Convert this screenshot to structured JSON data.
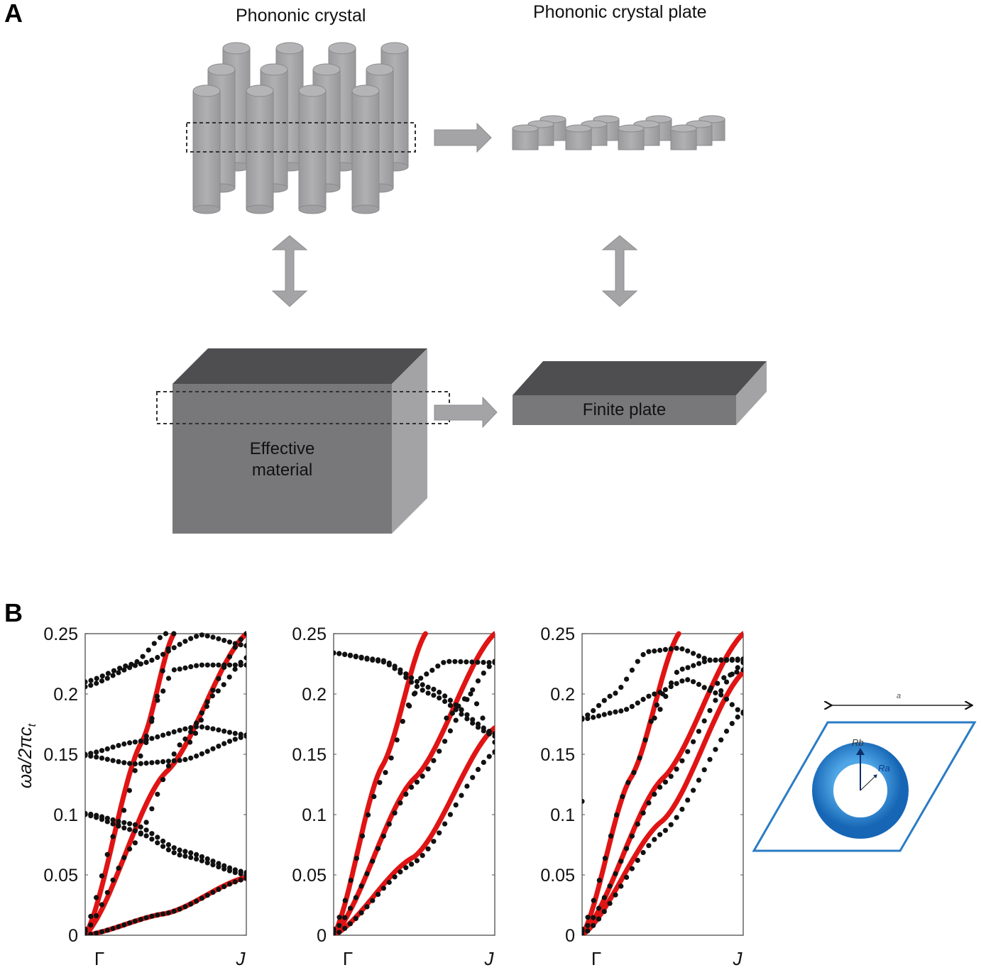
{
  "panel_a": {
    "label": "A",
    "phononic_crystal_title": "Phononic crystal",
    "phononic_crystal_plate_title": "Phononic crystal plate",
    "effective_material_line1": "Effective",
    "effective_material_line2": "material",
    "finite_plate_label": "Finite plate",
    "colors": {
      "cylinder": "#a6a6a8",
      "cylinder_edge": "#7f7f81",
      "block_top": "#4e4e50",
      "block_front": "#78787a",
      "block_side": "#a3a3a5",
      "arrow": "#a4a4a6"
    }
  },
  "panel_b": {
    "label": "B",
    "unit_cell": {
      "a_label": "a",
      "rb_label": "Rb",
      "ra_label": "Ra",
      "frame_color": "#2b7bc4",
      "ring_color": "#1f78c8"
    }
  },
  "chart_data": [
    {
      "type": "scatter",
      "title": "",
      "xlabel": "",
      "ylabel": "ωa/2πc_t",
      "xticks": [
        "Γ",
        "J"
      ],
      "yticks": [
        "0",
        "0.05",
        "0.1",
        "0.15",
        "0.2",
        "0.25"
      ],
      "xlim": [
        0,
        1
      ],
      "ylim": [
        0,
        0.25
      ],
      "grid": false,
      "red_lines": [
        {
          "name": "effective-1",
          "x": [
            0,
            0.35,
            0.55
          ],
          "y": [
            0,
            0.16,
            0.25
          ]
        },
        {
          "name": "effective-2",
          "x": [
            0,
            0.5,
            1
          ],
          "y": [
            0,
            0.135,
            0.25
          ]
        },
        {
          "name": "effective-3",
          "x": [
            0,
            0.5,
            1
          ],
          "y": [
            0,
            0.018,
            0.048
          ]
        }
      ],
      "dot_bands": [
        {
          "x": [
            0,
            0.2,
            0.35,
            0.55
          ],
          "y": [
            0.005,
            0.09,
            0.15,
            0.25
          ]
        },
        {
          "x": [
            0,
            0.3,
            0.6,
            1
          ],
          "y": [
            0.003,
            0.075,
            0.16,
            0.25
          ]
        },
        {
          "x": [
            0,
            0.5,
            1
          ],
          "y": [
            0,
            0.018,
            0.047
          ]
        },
        {
          "x": [
            0,
            0.3,
            0.6,
            1
          ],
          "y": [
            0.101,
            0.092,
            0.07,
            0.052
          ]
        },
        {
          "x": [
            0,
            0.3,
            0.6,
            1
          ],
          "y": [
            0.1,
            0.087,
            0.066,
            0.05
          ]
        },
        {
          "x": [
            0,
            0.3,
            0.7,
            1
          ],
          "y": [
            0.15,
            0.16,
            0.173,
            0.166
          ]
        },
        {
          "x": [
            0,
            0.3,
            0.6,
            1
          ],
          "y": [
            0.149,
            0.142,
            0.145,
            0.165
          ]
        },
        {
          "x": [
            0,
            0.3,
            0.5
          ],
          "y": [
            0.21,
            0.225,
            0.25
          ]
        },
        {
          "x": [
            0,
            0.35,
            0.72,
            1
          ],
          "y": [
            0.206,
            0.225,
            0.249,
            0.24
          ]
        },
        {
          "x": [
            0.38,
            0.45,
            0.55,
            0.72,
            1
          ],
          "y": [
            0.165,
            0.195,
            0.22,
            0.224,
            0.224
          ]
        },
        {
          "x": [
            0.65,
            0.8,
            1
          ],
          "y": [
            0.16,
            0.2,
            0.23
          ]
        }
      ]
    },
    {
      "type": "scatter",
      "title": "",
      "xlabel": "",
      "ylabel": "",
      "xticks": [
        "Γ",
        "J"
      ],
      "yticks": [
        "0",
        "0.05",
        "0.1",
        "0.15",
        "0.2",
        "0.25"
      ],
      "xlim": [
        0,
        1
      ],
      "ylim": [
        0,
        0.25
      ],
      "grid": false,
      "red_lines": [
        {
          "name": "effective-1",
          "x": [
            0,
            0.3,
            0.57
          ],
          "y": [
            0,
            0.14,
            0.25
          ]
        },
        {
          "name": "effective-2",
          "x": [
            0,
            0.5,
            1
          ],
          "y": [
            0,
            0.13,
            0.25
          ]
        },
        {
          "name": "effective-3",
          "x": [
            0,
            0.5,
            1
          ],
          "y": [
            0,
            0.065,
            0.172
          ]
        }
      ],
      "dot_bands": [
        {
          "x": [
            0,
            0.3,
            0.5
          ],
          "y": [
            0.005,
            0.13,
            0.2
          ]
        },
        {
          "x": [
            0,
            0.5,
            1
          ],
          "y": [
            0.003,
            0.125,
            0.227
          ]
        },
        {
          "x": [
            0,
            0.5,
            1
          ],
          "y": [
            0,
            0.06,
            0.152
          ]
        },
        {
          "x": [
            0,
            0.3,
            0.6,
            1
          ],
          "y": [
            0.234,
            0.228,
            0.205,
            0.167
          ]
        },
        {
          "x": [
            0,
            0.3,
            0.6,
            1
          ],
          "y": [
            0.234,
            0.227,
            0.2,
            0.165
          ]
        },
        {
          "x": [
            0.47,
            0.55,
            0.7,
            1
          ],
          "y": [
            0.19,
            0.215,
            0.227,
            0.226
          ]
        },
        {
          "x": [
            0.7,
            0.85,
            1
          ],
          "y": [
            0.18,
            0.2,
            0.16
          ]
        }
      ]
    },
    {
      "type": "scatter",
      "title": "",
      "xlabel": "",
      "ylabel": "",
      "xticks": [
        "Γ",
        "J"
      ],
      "yticks": [
        "0",
        "0.05",
        "0.1",
        "0.15",
        "0.2",
        "0.25"
      ],
      "xlim": [
        0,
        1
      ],
      "ylim": [
        0,
        0.25
      ],
      "grid": false,
      "red_lines": [
        {
          "name": "effective-1",
          "x": [
            0,
            0.3,
            0.6
          ],
          "y": [
            0,
            0.13,
            0.25
          ]
        },
        {
          "name": "effective-2",
          "x": [
            0,
            0.5,
            1
          ],
          "y": [
            0,
            0.13,
            0.25
          ]
        },
        {
          "name": "effective-3",
          "x": [
            0,
            0.5,
            1
          ],
          "y": [
            0,
            0.095,
            0.218
          ]
        }
      ],
      "dot_bands": [
        {
          "x": [
            0,
            0.3,
            0.5
          ],
          "y": [
            0.005,
            0.13,
            0.2
          ]
        },
        {
          "x": [
            0,
            0.5,
            1
          ],
          "y": [
            0.003,
            0.125,
            0.226
          ]
        },
        {
          "x": [
            0,
            0.5,
            1
          ],
          "y": [
            0,
            0.085,
            0.185
          ]
        },
        {
          "x": [
            0,
            0.2,
            0.4,
            0.6,
            0.8,
            1
          ],
          "y": [
            0.18,
            0.2,
            0.235,
            0.238,
            0.228,
            0.228
          ]
        },
        {
          "x": [
            0,
            0.25,
            0.45,
            0.65,
            0.85,
            1
          ],
          "y": [
            0.179,
            0.186,
            0.2,
            0.212,
            0.2,
            0.184
          ]
        },
        {
          "x": [
            0.45,
            0.6,
            0.8,
            1
          ],
          "y": [
            0.18,
            0.22,
            0.228,
            0.229
          ]
        },
        {
          "x": [
            0.8,
            0.9,
            1
          ],
          "y": [
            0.205,
            0.215,
            0.22
          ]
        },
        {
          "x": [
            0
          ],
          "y": [
            0.111
          ]
        }
      ]
    }
  ]
}
